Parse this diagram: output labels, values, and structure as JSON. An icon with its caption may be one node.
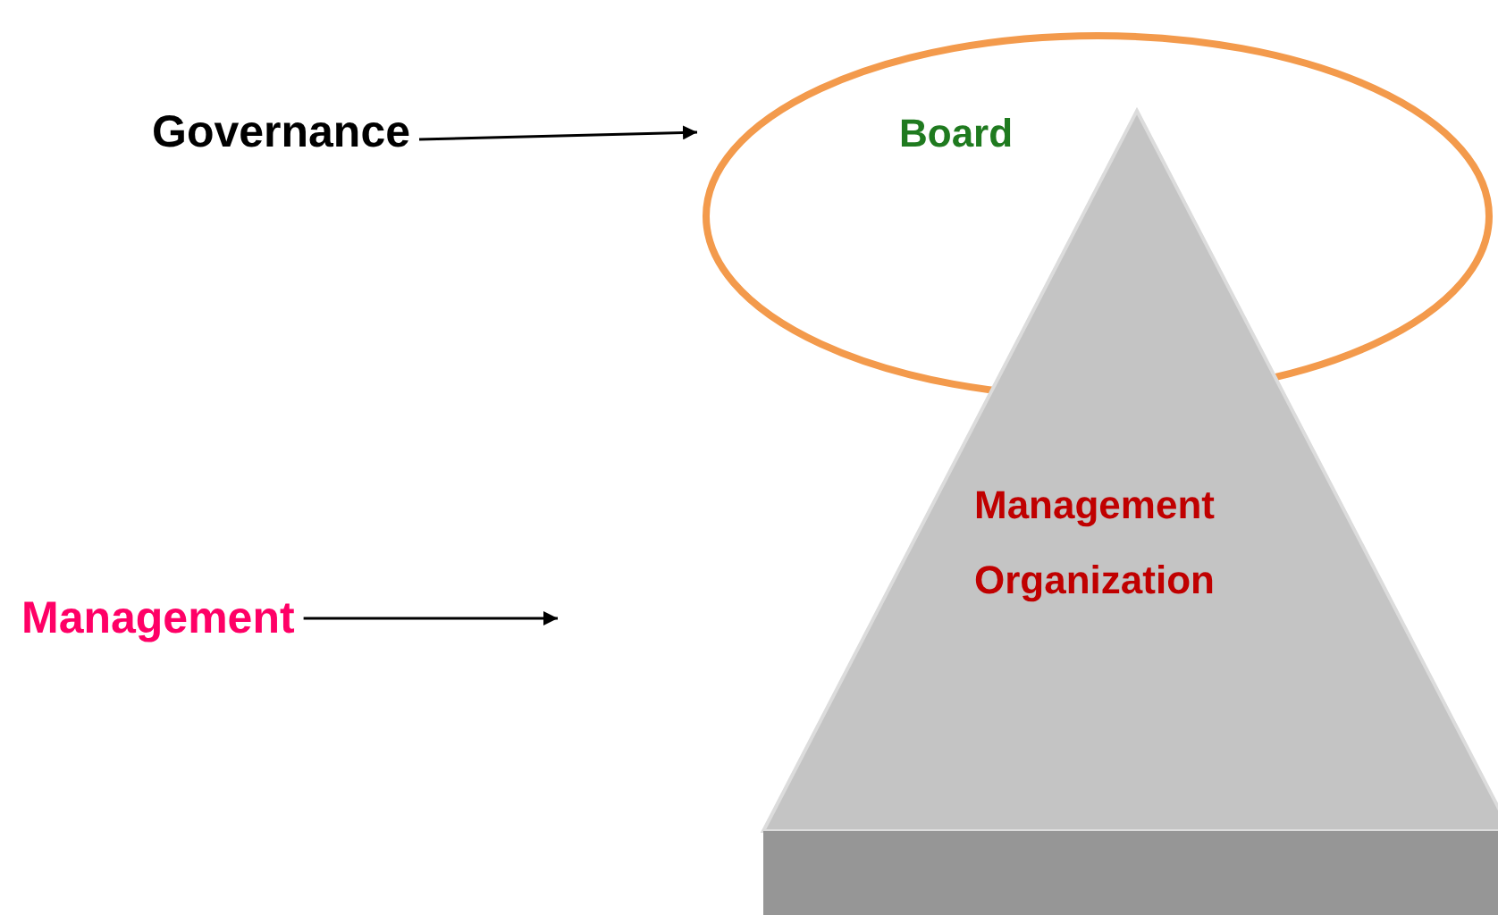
{
  "diagram": {
    "nodes": [
      {
        "text": [
          "Governance"
        ]
      },
      {
        "text": [
          "Board"
        ]
      },
      {
        "text": [
          "Management Organization"
        ]
      },
      {
        "text": [
          "Management"
        ]
      }
    ],
    "edges": [
      {
        "from": 0,
        "to": 1,
        "arrow": "to"
      },
      {
        "from": 3,
        "to": null,
        "arrow": "to"
      }
    ]
  }
}
